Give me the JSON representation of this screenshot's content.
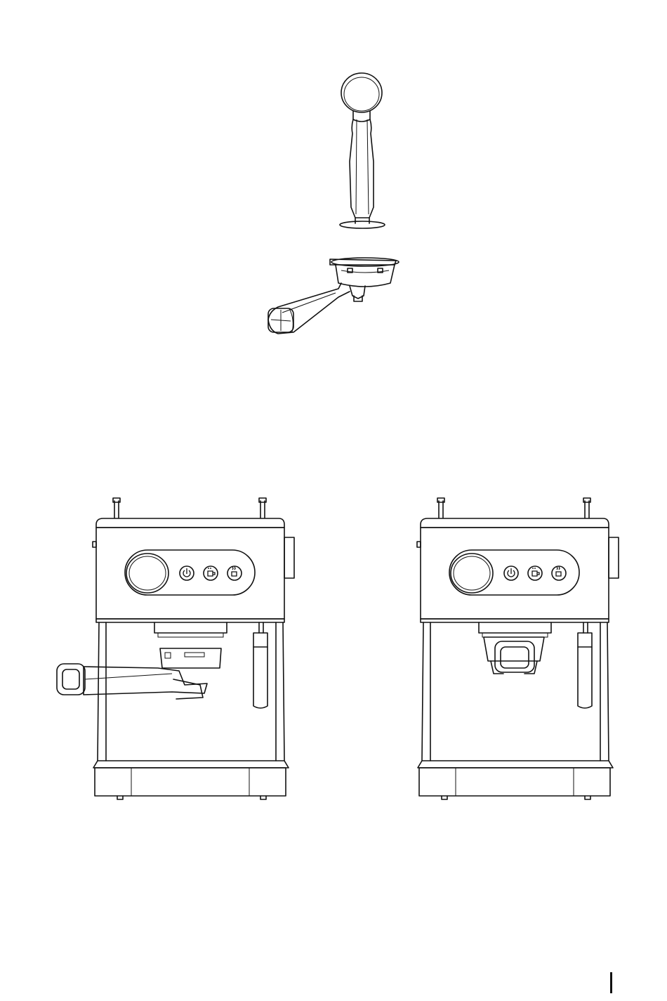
{
  "page": {
    "figures": [
      {
        "id": "tamper",
        "icon": "tamper-icon"
      },
      {
        "id": "portafilter",
        "icon": "portafilter-icon"
      },
      {
        "id": "machine-inserting",
        "icon": "espresso-machine-icon"
      },
      {
        "id": "machine-locked",
        "icon": "espresso-machine-icon"
      }
    ],
    "control_panel": {
      "buttons": [
        "power-icon",
        "cup-icon",
        "steam-icon"
      ]
    },
    "colors": {
      "line": "#111111",
      "background": "#ffffff"
    }
  }
}
